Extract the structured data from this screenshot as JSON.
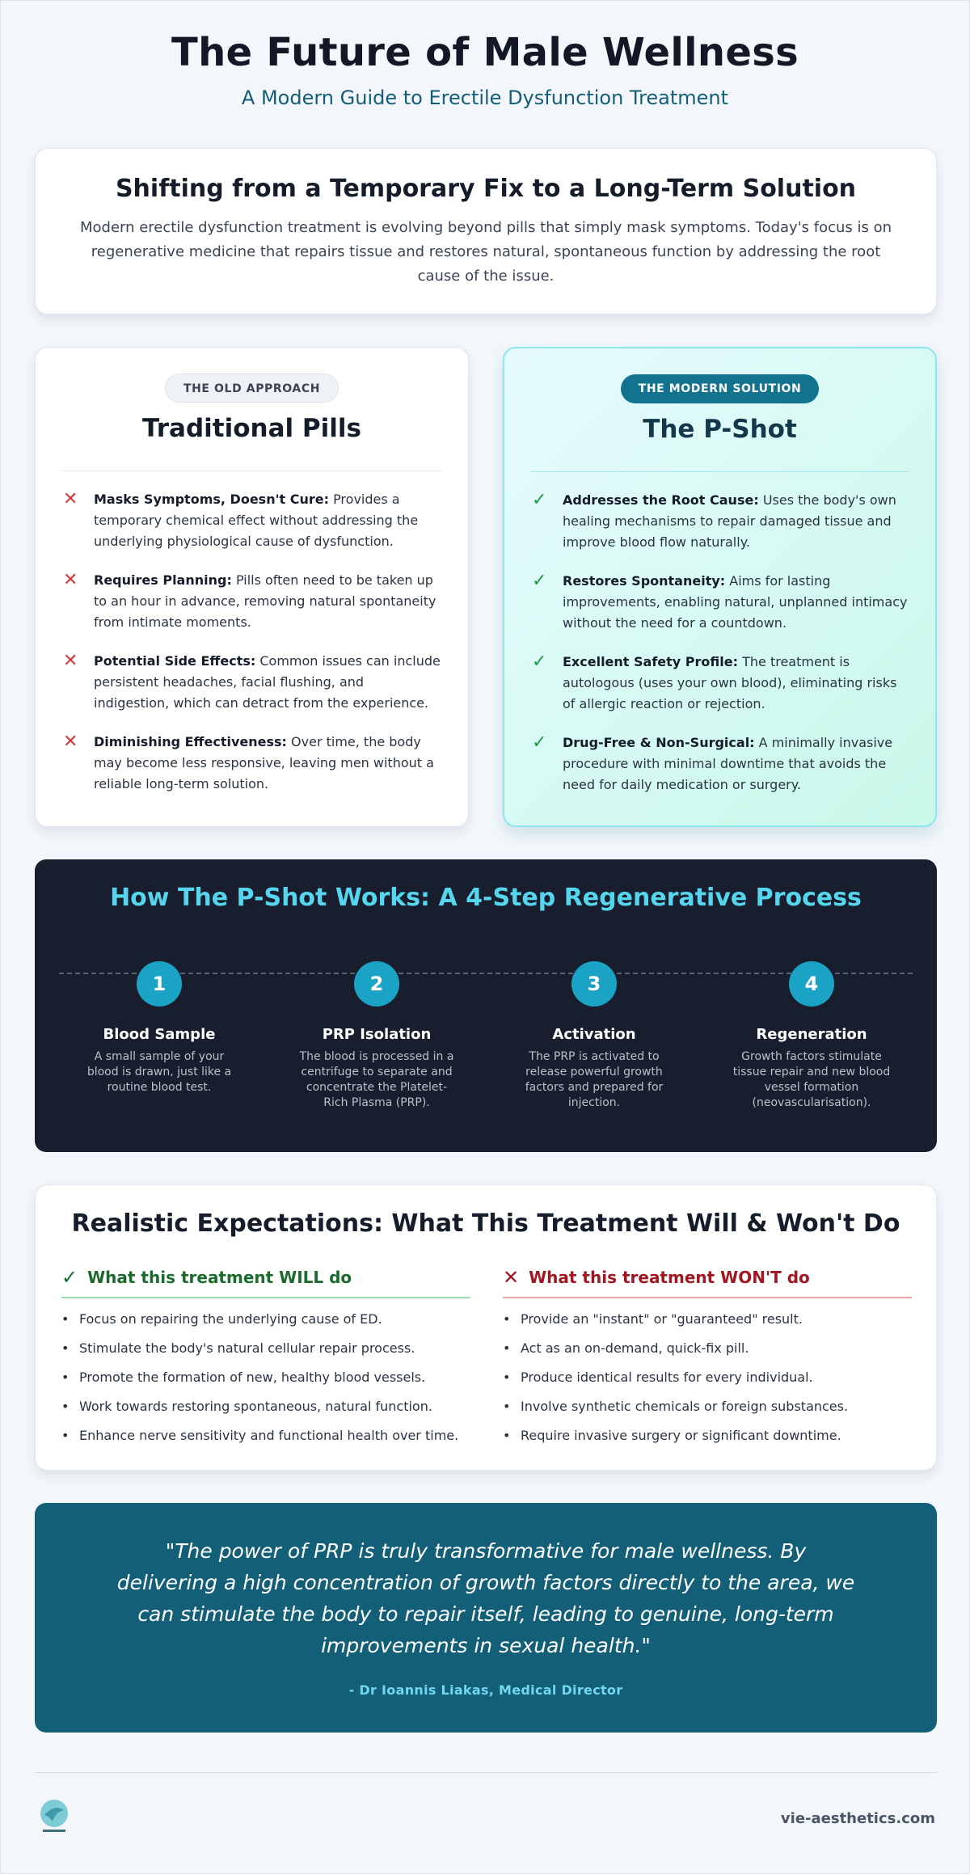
{
  "header": {
    "title": "The Future of Male Wellness",
    "subtitle": "A Modern Guide to Erectile Dysfunction Treatment"
  },
  "intro": {
    "heading": "Shifting from a Temporary Fix to a Long-Term Solution",
    "body": "Modern erectile dysfunction treatment is evolving beyond pills that simply mask symptoms. Today's focus is on regenerative medicine that repairs tissue and restores natural, spontaneous function by addressing the root cause of the issue."
  },
  "old": {
    "badge": "THE OLD APPROACH",
    "title": "Traditional Pills",
    "icon": "cross-icon",
    "items": [
      {
        "title": "Masks Symptoms, Doesn't Cure:",
        "text": "Provides a temporary chemical effect without addressing the underlying physiological cause of dysfunction."
      },
      {
        "title": "Requires Planning:",
        "text": "Pills often need to be taken up to an hour in advance, removing natural spontaneity from intimate moments."
      },
      {
        "title": "Potential Side Effects:",
        "text": "Common issues can include persistent headaches, facial flushing, and indigestion, which can detract from the experience."
      },
      {
        "title": "Diminishing Effectiveness:",
        "text": "Over time, the body may become less responsive, leaving men without a reliable long-term solution."
      }
    ]
  },
  "new": {
    "badge": "THE MODERN SOLUTION",
    "title": "The P-Shot",
    "icon": "check-icon",
    "items": [
      {
        "title": "Addresses the Root Cause:",
        "text": "Uses the body's own healing mechanisms to repair damaged tissue and improve blood flow naturally."
      },
      {
        "title": "Restores Spontaneity:",
        "text": "Aims for lasting improvements, enabling natural, unplanned intimacy without the need for a countdown."
      },
      {
        "title": "Excellent Safety Profile:",
        "text": "The treatment is autologous (uses your own blood), eliminating risks of allergic reaction or rejection."
      },
      {
        "title": "Drug-Free & Non-Surgical:",
        "text": "A minimally invasive procedure with minimal downtime that avoids the need for daily medication or surgery."
      }
    ]
  },
  "process": {
    "title": "How The P-Shot Works: A 4-Step Regenerative Process",
    "steps": [
      {
        "num": "1",
        "title": "Blood Sample",
        "text": "A small sample of your blood is drawn, just like a routine blood test."
      },
      {
        "num": "2",
        "title": "PRP Isolation",
        "text": "The blood is processed in a centrifuge to separate and concentrate the Platelet-Rich Plasma (PRP)."
      },
      {
        "num": "3",
        "title": "Activation",
        "text": "The PRP is activated to release powerful growth factors and prepared for injection."
      },
      {
        "num": "4",
        "title": "Regeneration",
        "text": "Growth factors stimulate tissue repair and new blood vessel formation (neovascularisation)."
      }
    ]
  },
  "expectations": {
    "title": "Realistic Expectations: What This Treatment Will & Won't Do",
    "will": {
      "heading": "What this treatment WILL do",
      "items": [
        "Focus on repairing the underlying cause of ED.",
        "Stimulate the body's natural cellular repair process.",
        "Promote the formation of new, healthy blood vessels.",
        "Work towards restoring spontaneous, natural function.",
        "Enhance nerve sensitivity and functional health over time."
      ]
    },
    "wont": {
      "heading": "What this treatment WON'T do",
      "items": [
        "Provide an \"instant\" or \"guaranteed\" result.",
        "Act as an on-demand, quick-fix pill.",
        "Produce identical results for every individual.",
        "Involve synthetic chemicals or foreign substances.",
        "Require invasive surgery or significant downtime."
      ]
    }
  },
  "quote": {
    "text": "\"The power of PRP is truly transformative for male wellness. By delivering a high concentration of growth factors directly to the area, we can stimulate the body to repair itself, leading to genuine, long-term improvements in sexual health.\"",
    "author": "- Dr Ioannis Liakas, Medical Director"
  },
  "footer": {
    "website": "vie-aesthetics.com",
    "logo_icon": "vie-logo-icon"
  },
  "colors": {
    "accent_teal": "#1aa3c4",
    "dark_panel": "#181e2d",
    "quote_panel": "#135f78",
    "check_green": "#24994a",
    "cross_red": "#d63a3a"
  }
}
